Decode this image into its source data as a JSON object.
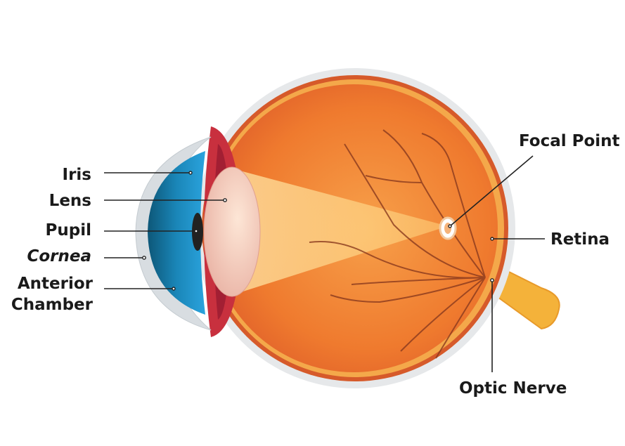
{
  "title": "Eye anatomy diagram",
  "labels": {
    "iris": "Iris",
    "lens": "Lens",
    "pupil": "Pupil",
    "cornea": "Cornea",
    "anterior_1": "Anterior",
    "anterior_2": "Chamber",
    "focal_point": "Focal Point",
    "retina": "Retina",
    "optic_nerve": "Optic Nerve"
  },
  "colors": {
    "eyeball": "#f0802f",
    "iris": "#1b6f9c",
    "sclera": "#e6e8ea",
    "optic_nerve": "#f4b23a",
    "ciliary": "#c8303e"
  }
}
